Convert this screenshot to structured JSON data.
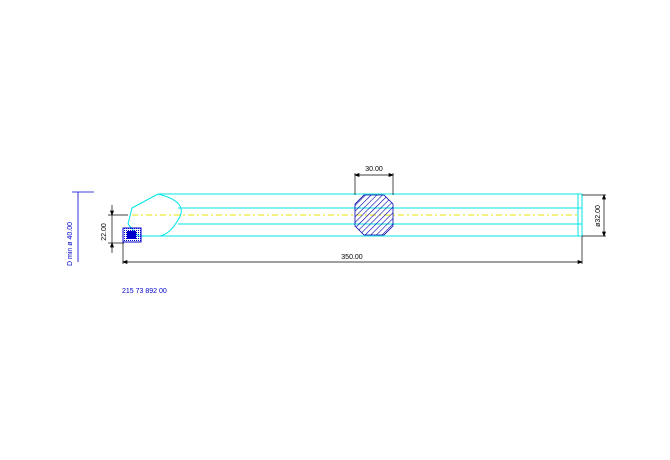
{
  "dimensions": {
    "width_label": "30.00",
    "offset_label": "22.00",
    "length_label": "350.00",
    "shank_dia_label": "ø32.00",
    "min_bore_label": "D min ø 40.00"
  },
  "part_number": "215 73 892 00",
  "colors": {
    "outline": "#00e5e5",
    "center_line": "#e6e600",
    "dimension": "#000000",
    "hatch": "#0000aa",
    "insert": "#0000cc",
    "annotation": "#0000cc"
  }
}
